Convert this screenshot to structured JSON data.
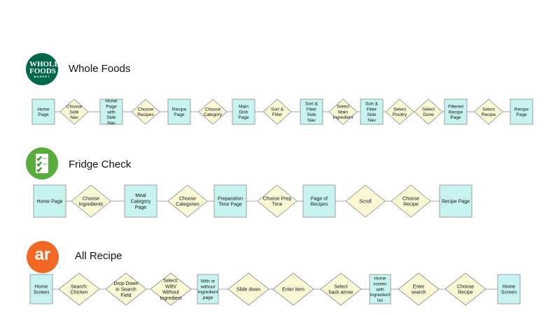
{
  "flows": [
    {
      "title": "Whole Foods",
      "logo": {
        "name": "whole-foods-logo",
        "text": "WHOLE FOODS",
        "sub": "MARKET",
        "color": "#00674b"
      },
      "nodes": [
        {
          "shape": "rect",
          "label": "Home Page"
        },
        {
          "shape": "diamond",
          "label": "Choose Side Nav"
        },
        {
          "shape": "rect",
          "label": "Home Page with Side Nav"
        },
        {
          "shape": "diamond",
          "label": "Choose Recipes"
        },
        {
          "shape": "rect",
          "label": "Recipe Page"
        },
        {
          "shape": "diamond",
          "label": "Choose Category"
        },
        {
          "shape": "rect",
          "label": "Main Dish Page"
        },
        {
          "shape": "diamond",
          "label": "Sort & Filter"
        },
        {
          "shape": "rect",
          "label": "Sort & Filter Side Nav"
        },
        {
          "shape": "diamond",
          "label": "Select Main Ingredient"
        },
        {
          "shape": "rect",
          "label": "Sort & Filter Side Nav"
        },
        {
          "shape": "diamond",
          "label": "Select Poultry"
        },
        {
          "shape": "diamond",
          "label": "Select Done"
        },
        {
          "shape": "rect",
          "label": "Filtered Recipe Page"
        },
        {
          "shape": "diamond",
          "label": "Select Recipe"
        },
        {
          "shape": "rect",
          "label": "Recipe Page"
        }
      ]
    },
    {
      "title": "Fridge Check",
      "logo": {
        "name": "fridge-check-logo",
        "color": "#5aac3c"
      },
      "nodes": [
        {
          "shape": "rect",
          "label": "Home Page"
        },
        {
          "shape": "diamond",
          "label": "Choose Ingredients"
        },
        {
          "shape": "rect",
          "label": "Meal Category Page"
        },
        {
          "shape": "diamond",
          "label": "Choose Categories"
        },
        {
          "shape": "rect",
          "label": "Preparation Time Page"
        },
        {
          "shape": "diamond",
          "label": "Choose Prep Time"
        },
        {
          "shape": "rect",
          "label": "Page of Recipes"
        },
        {
          "shape": "diamond",
          "label": "Scroll"
        },
        {
          "shape": "diamond",
          "label": "Choose Recipe"
        },
        {
          "shape": "rect",
          "label": "Recipe Page"
        }
      ]
    },
    {
      "title": "All Recipe",
      "logo": {
        "name": "allrecipes-logo",
        "text": "ar",
        "color": "#f26822"
      },
      "nodes": [
        {
          "shape": "rect",
          "label": "Home Screen"
        },
        {
          "shape": "diamond",
          "label": "Search: Chicken"
        },
        {
          "shape": "diamond",
          "label": "Drop Down in Search Field"
        },
        {
          "shape": "diamond",
          "label": "Select: With/ Without Ingredient"
        },
        {
          "shape": "rect",
          "label": "With or without Ingredient page"
        },
        {
          "shape": "diamond",
          "label": "Slide down"
        },
        {
          "shape": "diamond",
          "label": "Enter item"
        },
        {
          "shape": "diamond",
          "label": "Select back arrow"
        },
        {
          "shape": "rect",
          "label": "Home screen with ingredient list"
        },
        {
          "shape": "diamond",
          "label": "Enter search"
        },
        {
          "shape": "diamond",
          "label": "Choose Recipe"
        },
        {
          "shape": "rect",
          "label": "Home Screen"
        }
      ]
    }
  ],
  "colors": {
    "rect_fill": "#c7f4f1",
    "diamond_fill": "#fbf8d6",
    "stroke": "#8a8a8a",
    "connector": "#8a8a8a"
  }
}
